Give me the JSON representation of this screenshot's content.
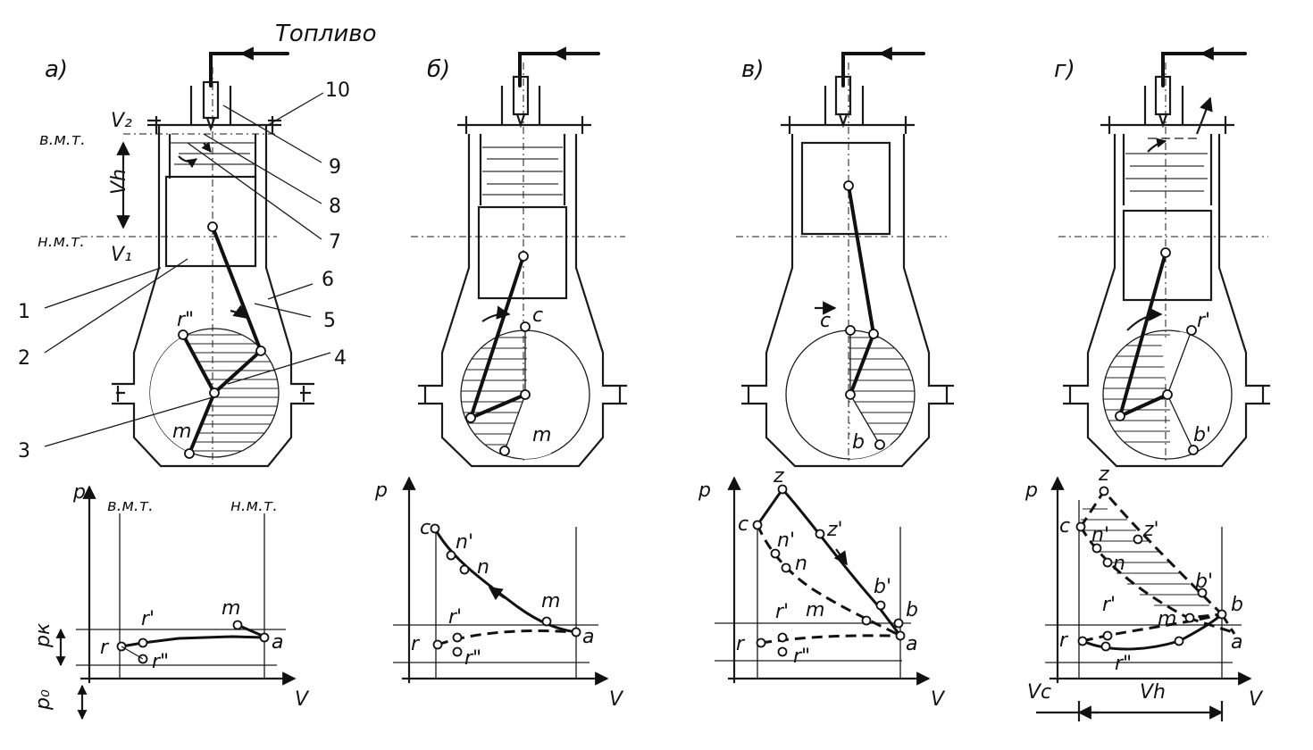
{
  "fuel_label": "Топливо",
  "panels": [
    {
      "id": "a",
      "label": "а)"
    },
    {
      "id": "b",
      "label": "б)"
    },
    {
      "id": "v",
      "label": "в)"
    },
    {
      "id": "g",
      "label": "г)"
    }
  ],
  "positions": {
    "tdc": "в.м.т.",
    "bdc": "н.м.т.",
    "v2": "V₂",
    "v1": "V₁",
    "vh": "Vh"
  },
  "part_numbers": [
    "1",
    "2",
    "3",
    "4",
    "5",
    "6",
    "7",
    "8",
    "9",
    "10"
  ],
  "crank_points": {
    "a": [
      "r\"",
      "m"
    ],
    "b": [
      "c",
      "m"
    ],
    "v": [
      "c",
      "b"
    ],
    "g": [
      "r'",
      "b'"
    ]
  },
  "pv_diagrams": {
    "a": {
      "p_axis": "p",
      "v_axis": "V",
      "top_labels": [
        "в.м.т.",
        "н.м.т."
      ],
      "pressure_labels": [
        "pк",
        "p₀"
      ],
      "points": [
        "r",
        "r'",
        "r\"",
        "m",
        "a"
      ]
    },
    "b": {
      "p_axis": "p",
      "v_axis": "V",
      "points": [
        "c",
        "n'",
        "n",
        "m",
        "a",
        "r",
        "r'",
        "r\""
      ]
    },
    "v": {
      "p_axis": "p",
      "v_axis": "V",
      "points": [
        "z",
        "c",
        "n'",
        "n",
        "z'",
        "b'",
        "b",
        "m",
        "a",
        "r",
        "r'",
        "r\""
      ]
    },
    "g": {
      "p_axis": "p",
      "v_axis": "V",
      "volume_labels": [
        "Vc",
        "Vh"
      ],
      "points": [
        "z",
        "c",
        "n'",
        "n",
        "z'",
        "b'",
        "b",
        "r'",
        "m",
        "r",
        "a",
        "r\""
      ]
    }
  },
  "icons": [
    "fuel-arrow-icon",
    "rotation-arrow-icon",
    "exhaust-arrow-icon"
  ]
}
